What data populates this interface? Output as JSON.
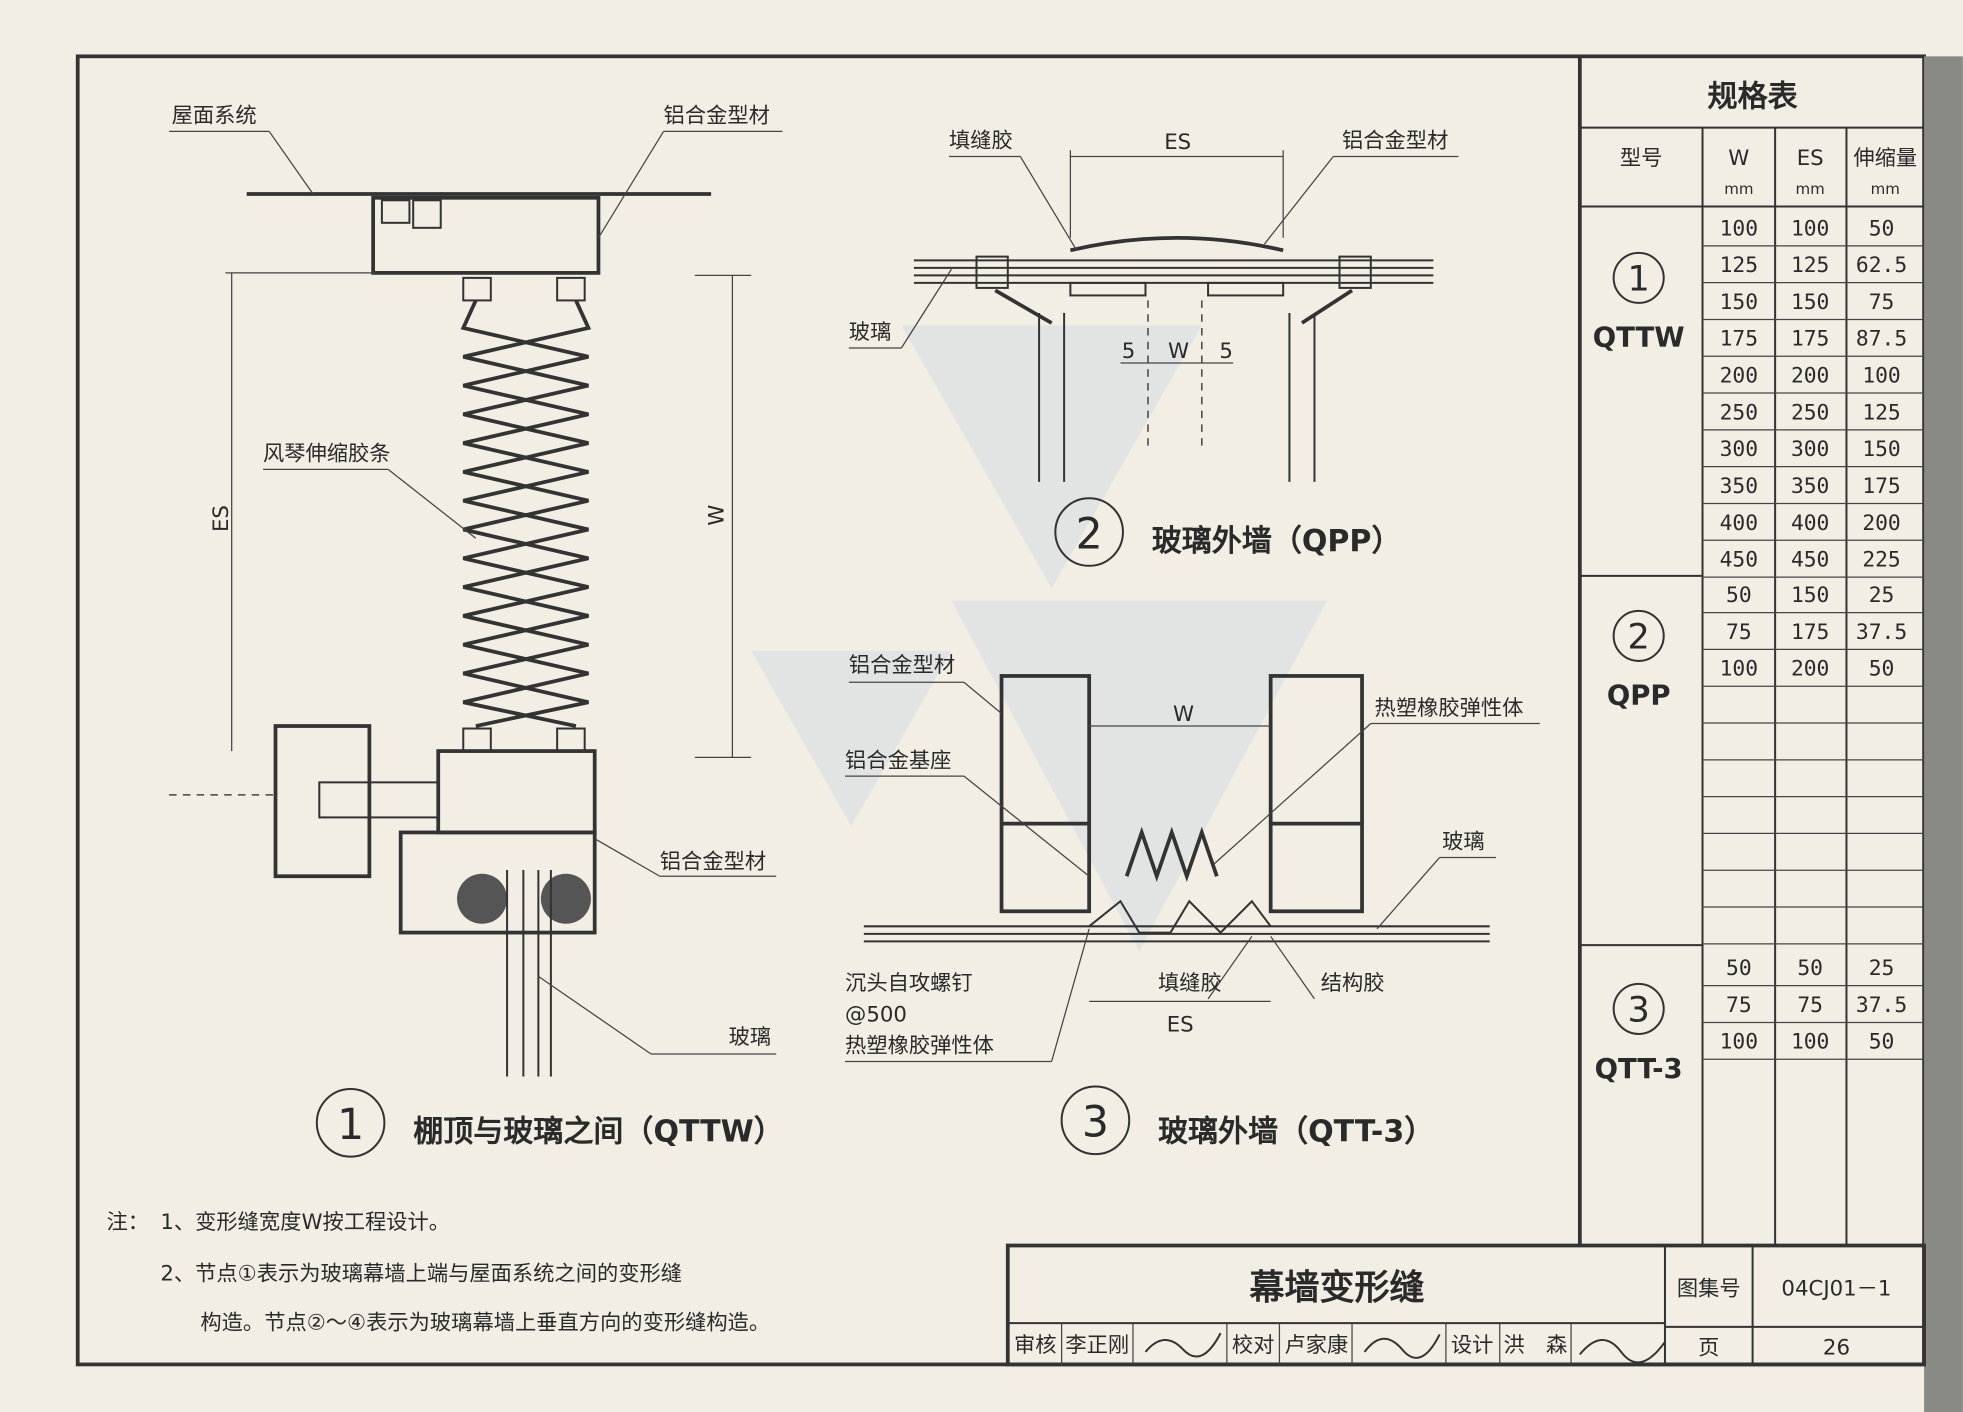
{
  "detail1": {
    "labels": {
      "roof": "屋面系统",
      "alu_top": "铝合金型材",
      "bellows": "风琴伸缩胶条",
      "alu_bottom": "铝合金型材",
      "glass": "玻璃",
      "es": "ES",
      "w": "W"
    },
    "number": "1",
    "title": "棚顶与玻璃之间（QTTW）"
  },
  "detail2": {
    "labels": {
      "sealant": "填缝胶",
      "es": "ES",
      "alu": "铝合金型材",
      "glass": "玻璃",
      "gap_left": "5",
      "w": "W",
      "gap_right": "5"
    },
    "number": "2",
    "title": "玻璃外墙（QPP）"
  },
  "detail3": {
    "labels": {
      "alu": "铝合金型材",
      "base": "铝合金基座",
      "elastomer_top": "热塑橡胶弹性体",
      "glass": "玻璃",
      "screw": "沉头自攻螺钉",
      "spacing": "@500",
      "elastomer_bottom": "热塑橡胶弹性体",
      "sealant": "填缝胶",
      "structural": "结构胶",
      "es": "ES",
      "w": "W"
    },
    "number": "3",
    "title": "玻璃外墙（QTT-3）"
  },
  "spec_table": {
    "title": "规格表",
    "headers": {
      "type": "型号",
      "w": "W",
      "es": "ES",
      "exp": "伸缩量",
      "unit": "mm"
    },
    "groups": [
      {
        "number": "1",
        "code": "QTTW",
        "rows": [
          [
            "100",
            "100",
            "50"
          ],
          [
            "125",
            "125",
            "62.5"
          ],
          [
            "150",
            "150",
            "75"
          ],
          [
            "175",
            "175",
            "87.5"
          ],
          [
            "200",
            "200",
            "100"
          ],
          [
            "250",
            "250",
            "125"
          ],
          [
            "300",
            "300",
            "150"
          ],
          [
            "350",
            "350",
            "175"
          ],
          [
            "400",
            "400",
            "200"
          ],
          [
            "450",
            "450",
            "225"
          ]
        ]
      },
      {
        "number": "2",
        "code": "QPP",
        "rows": [
          [
            "50",
            "150",
            "25"
          ],
          [
            "75",
            "175",
            "37.5"
          ],
          [
            "100",
            "200",
            "50"
          ]
        ]
      },
      {
        "number": "3",
        "code": "QTT-3",
        "rows": [
          [
            "50",
            "50",
            "25"
          ],
          [
            "75",
            "75",
            "37.5"
          ],
          [
            "100",
            "100",
            "50"
          ]
        ]
      }
    ]
  },
  "notes": {
    "prefix": "注：",
    "items": [
      "1、变形缝宽度W按工程设计。",
      "2、节点①表示为玻璃幕墙上端与屋面系统之间的变形缝",
      "构造。节点②～④表示为玻璃幕墙上垂直方向的变形缝构造。"
    ]
  },
  "title_block": {
    "title": "幕墙变形缝",
    "atlas_label": "图集号",
    "atlas_no": "04CJ01－1",
    "page_label": "页",
    "page_no": "26",
    "review_label": "审核",
    "reviewer": "李正刚",
    "check_label": "校对",
    "checker": "卢家康",
    "design_label": "设计",
    "designer": "洪　森"
  }
}
